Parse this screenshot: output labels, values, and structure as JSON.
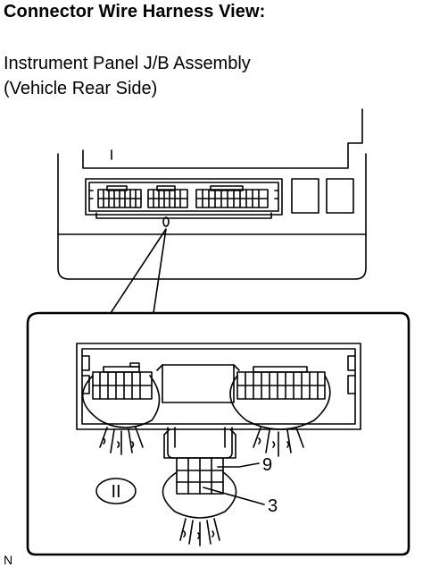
{
  "title": "Connector Wire Harness View:",
  "component_line1": "Instrument Panel J/B Assembly",
  "component_line2": "(Vehicle Rear Side)",
  "connector_code": "II",
  "pin_labels": [
    "9",
    "3"
  ],
  "figure_code": "N"
}
